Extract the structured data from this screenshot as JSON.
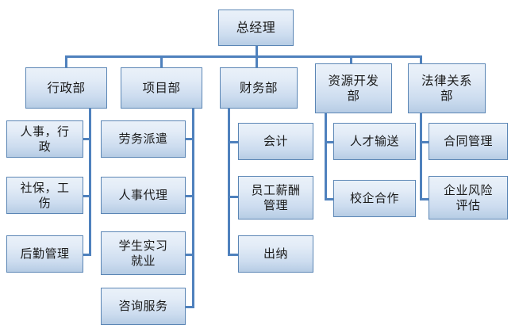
{
  "chart": {
    "type": "org-chart",
    "title": "",
    "orientation": "top-down",
    "accent_color": "#4f81bd",
    "border_color": "#5b86b5",
    "fill_top_color": "#eaf1f9",
    "fill_bottom_color": "#b6cce4",
    "text_color": "#1a1a1a",
    "background_color": "#ffffff"
  },
  "nodes": {
    "root": {
      "label": "总经理"
    },
    "departments": [
      {
        "label": "行政部"
      },
      {
        "label": "项目部"
      },
      {
        "label": "财务部"
      },
      {
        "label": "资源开发\n部"
      },
      {
        "label": "法律关系\n部"
      }
    ],
    "admin_children": [
      {
        "label": "人事，行\n政"
      },
      {
        "label": "社保，工\n伤"
      },
      {
        "label": "后勤管理"
      }
    ],
    "project_children": [
      {
        "label": "劳务派遣"
      },
      {
        "label": "人事代理"
      },
      {
        "label": "学生实习\n就业"
      },
      {
        "label": "咨询服务"
      }
    ],
    "finance_children": [
      {
        "label": "会计"
      },
      {
        "label": "员工薪酬\n管理"
      },
      {
        "label": "出纳"
      }
    ],
    "resource_children": [
      {
        "label": "人才输送"
      },
      {
        "label": "校企合作"
      }
    ],
    "legal_children": [
      {
        "label": "合同管理"
      },
      {
        "label": "企业风险\n评估"
      }
    ]
  }
}
